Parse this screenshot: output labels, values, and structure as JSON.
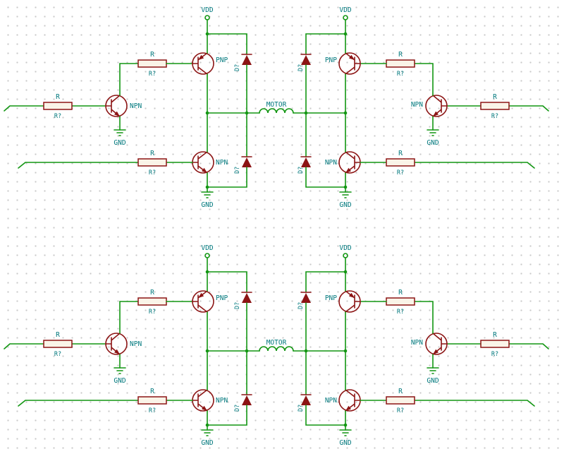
{
  "schematic": {
    "labels": {
      "vdd": "VDD",
      "gnd": "GND",
      "motor": "MOTOR",
      "pnp": "PNP",
      "npn": "NPN",
      "resistor_ref": "R",
      "resistor_value": "R?",
      "diode_value": "D?"
    },
    "colors": {
      "wire": "#129612",
      "component": "#8c1414",
      "label_text": "#00787d",
      "grid_dot": "#c9c9c9",
      "background": "#ffffff"
    }
  }
}
